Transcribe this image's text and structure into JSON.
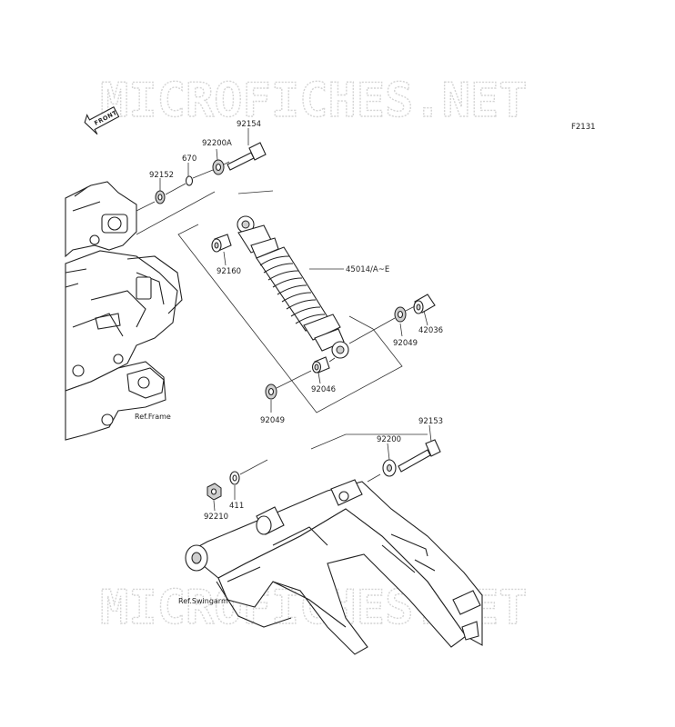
{
  "diagram_code": "F2131",
  "watermark": "MICROFICHES.NET",
  "front_arrow_label": "FRONT",
  "references": {
    "frame": "Ref.Frame",
    "swingarm": "Ref.Swingarm"
  },
  "parts": [
    {
      "number": "92154"
    },
    {
      "number": "92200A"
    },
    {
      "number": "670"
    },
    {
      "number": "92152"
    },
    {
      "number": "92160"
    },
    {
      "number": "45014/A~E"
    },
    {
      "number": "42036"
    },
    {
      "number": "92049"
    },
    {
      "number": "92046"
    },
    {
      "number": "92049"
    },
    {
      "number": "92153"
    },
    {
      "number": "92200"
    },
    {
      "number": "411"
    },
    {
      "number": "92210"
    }
  ]
}
